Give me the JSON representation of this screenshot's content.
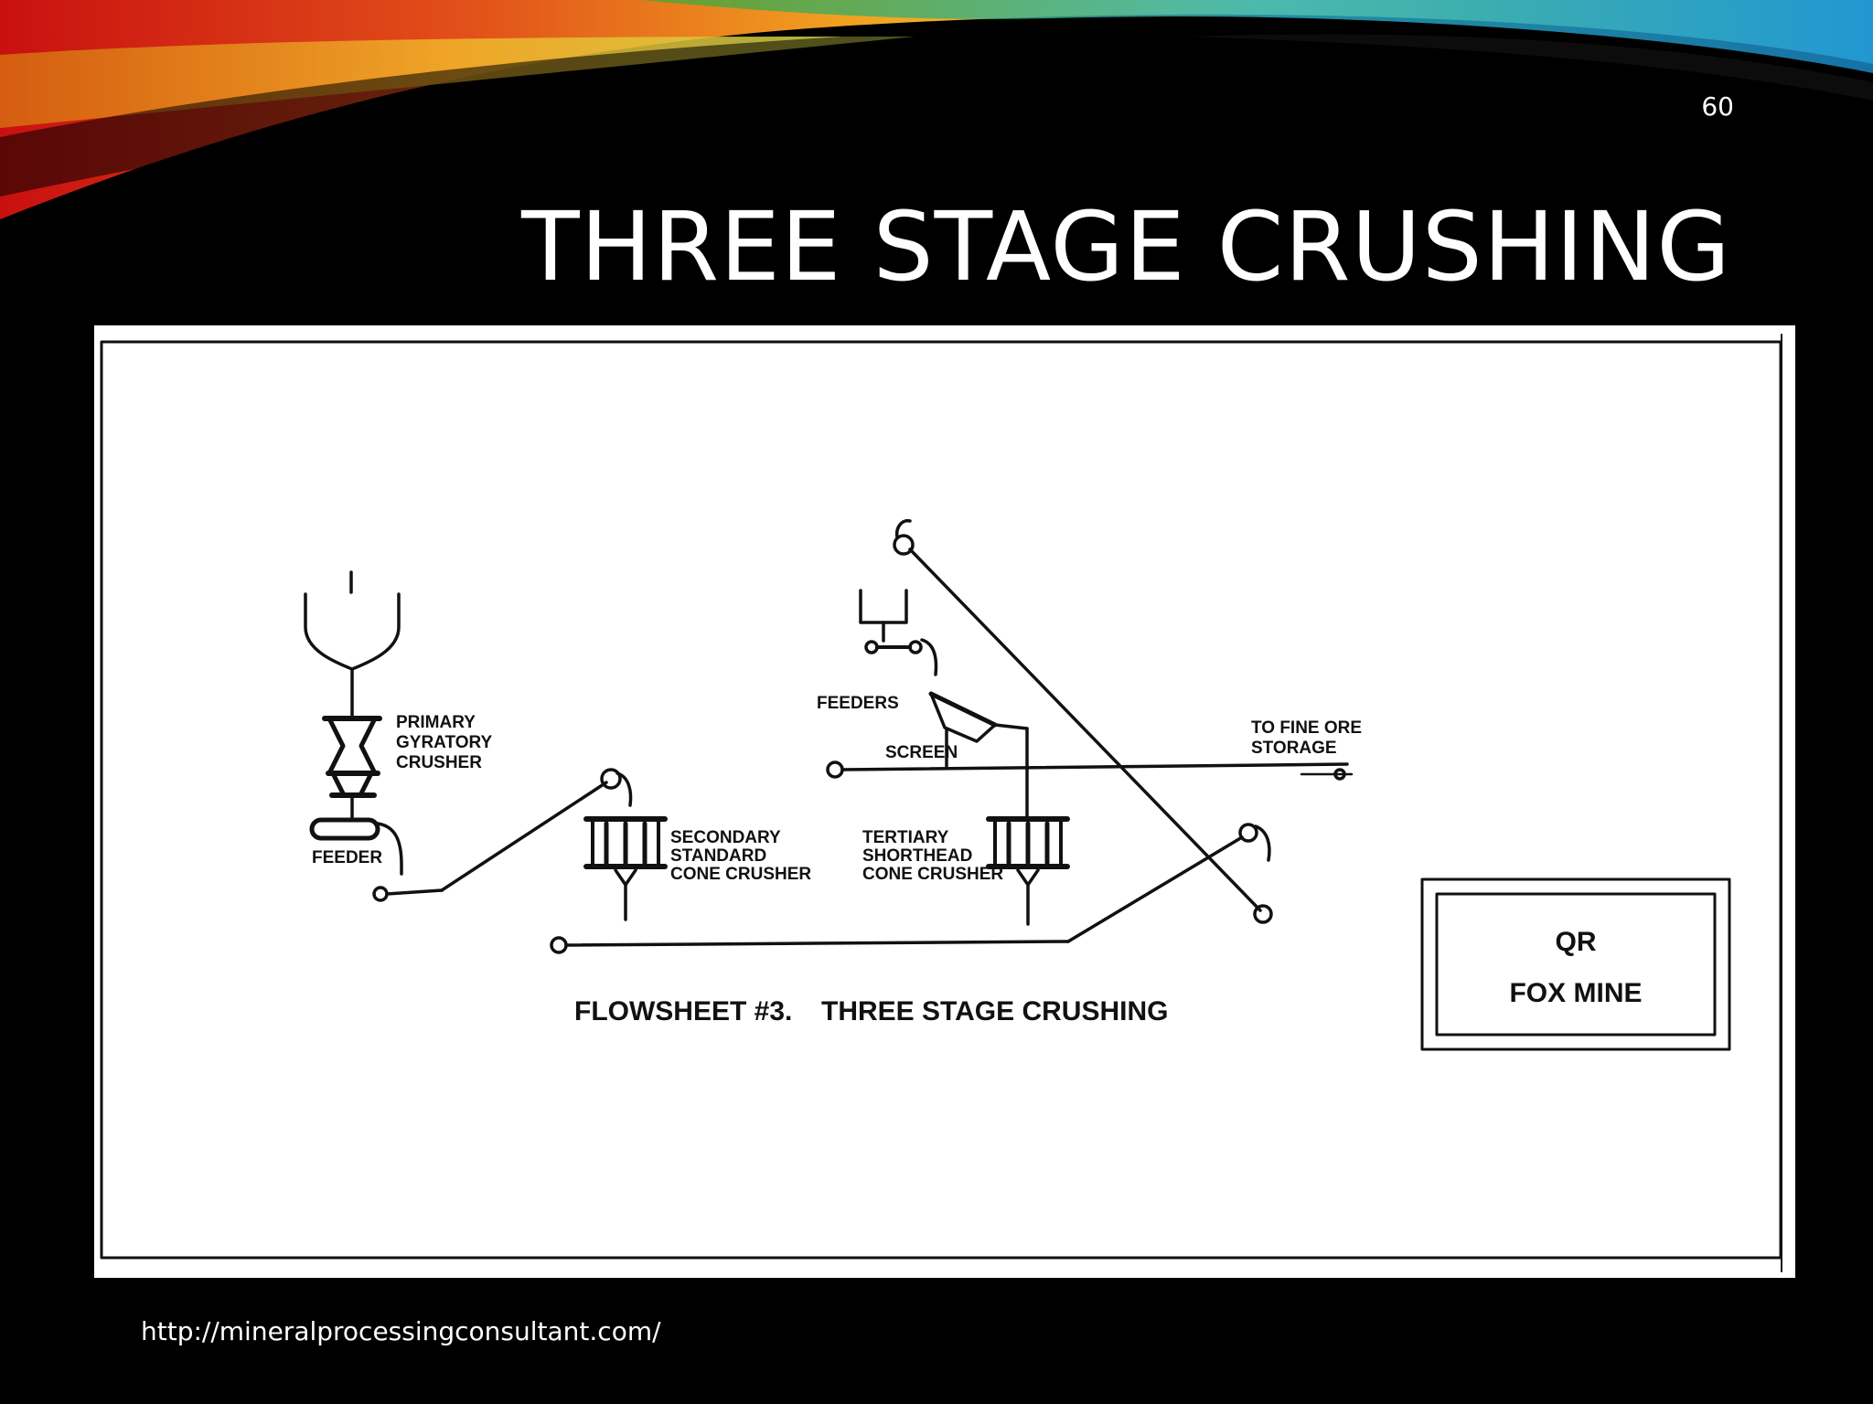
{
  "slide": {
    "number": "60",
    "title": "THREE STAGE CRUSHING",
    "source_url": "http://mineralprocessingconsultant.com/"
  },
  "flowsheet": {
    "labels": {
      "primary_line1": "PRIMARY",
      "primary_line2": "GYRATORY",
      "primary_line3": "CRUSHER",
      "feeder": "FEEDER",
      "secondary_line1": "SECONDARY",
      "secondary_line2": "STANDARD",
      "secondary_line3": "CONE CRUSHER",
      "tertiary_line1": "TERTIARY",
      "tertiary_line2": "SHORTHEAD",
      "tertiary_line3": "CONE CRUSHER",
      "feeders": "FEEDERS",
      "screen": "SCREEN",
      "fine_ore_line1": "TO FINE ORE",
      "fine_ore_line2": "STORAGE",
      "caption_left": "FLOWSHEET #3.",
      "caption_right": "THREE STAGE CRUSHING",
      "company_line1": "QR",
      "company_line2": "FOX MINE"
    }
  },
  "colors": {
    "background": "#000000",
    "title_text": "#ffffff",
    "figure_background": "#ffffff",
    "line_art": "#111111"
  }
}
